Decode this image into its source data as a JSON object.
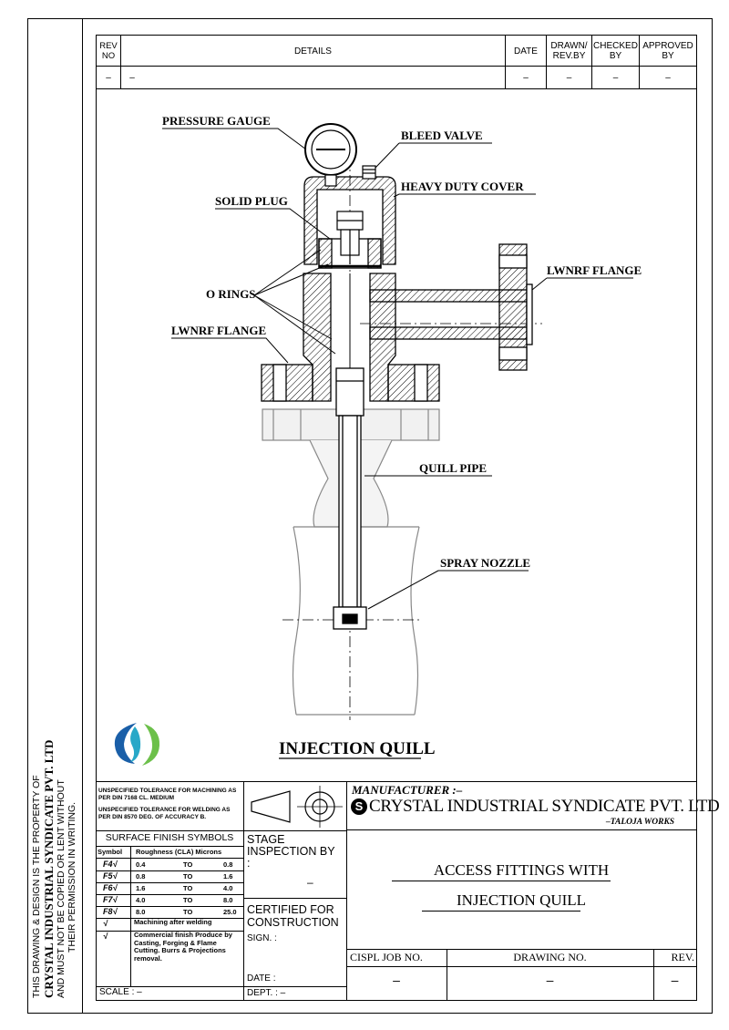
{
  "side_note": {
    "line1": "THIS DRAWING & DESIGN IS THE PROPERTY OF",
    "line2": "CRYSTAL INDUSTRIAL SYNDICATE PVT. LTD",
    "line3": "AND MUST NOT BE COPIED OR LENT WITHOUT",
    "line4": "THEIR PERMISSION IN WRITING."
  },
  "rev_table": {
    "headers": {
      "rev_no": "REV NO",
      "details": "DETAILS",
      "date": "DATE",
      "drawn": "DRAWN/ REV.BY",
      "checked": "CHECKED BY",
      "approved": "APPROVED BY"
    },
    "row": {
      "rev_no": "–",
      "details": "–",
      "date": "–",
      "drawn": "–",
      "checked": "–",
      "approved": "–"
    }
  },
  "labels": {
    "pressure_gauge": "PRESSURE GAUGE",
    "bleed_valve": "BLEED VALVE",
    "heavy_duty_cover": "HEAVY DUTY COVER",
    "solid_plug": "SOLID PLUG",
    "lwnrf_flange_right": "LWNRF FLANGE",
    "o_rings": "O RINGS",
    "lwnrf_flange_left": "LWNRF FLANGE",
    "quill_pipe": "QUILL PIPE",
    "spray_nozzle": "SPRAY NOZZLE",
    "drawing_caption": "INJECTION QUILL"
  },
  "title_block": {
    "tolerance_note1": "UNSPECIFIED TOLERANCE FOR MACHINING AS PER DIN 7168 CL. MEDIUM",
    "tolerance_note2": "UNSPECIFIED TOLERANCE FOR WELDING AS PER DIN 8570 DEG. OF ACCURACY B.",
    "surface_finish": {
      "title": "SURFACE FINISH SYMBOLS",
      "headers": [
        "Symbol",
        "Roughness (CLA) Microns"
      ],
      "rows": [
        {
          "symbol": "F4√",
          "from": "0.4",
          "to_word": "TO",
          "to": "0.8"
        },
        {
          "symbol": "F5√",
          "from": "0.8",
          "to_word": "TO",
          "to": "1.6"
        },
        {
          "symbol": "F6√",
          "from": "1.6",
          "to_word": "TO",
          "to": "4.0"
        },
        {
          "symbol": "F7√",
          "from": "4.0",
          "to_word": "TO",
          "to": "8.0"
        },
        {
          "symbol": "F8√",
          "from": "8.0",
          "to_word": "TO",
          "to": "25.0"
        },
        {
          "symbol": "√",
          "text": "Machining after welding"
        },
        {
          "symbol": "√",
          "text": "Commercial finish Produce by Casting, Forging & Flame Cutting. Burrs & Projections removal."
        }
      ]
    },
    "scale_label": "SCALE : –",
    "stage_inspection": "STAGE INSPECTION BY :",
    "stage_dash": "–",
    "certified": "CERTIFIED FOR CONSTRUCTION",
    "sign": "SIGN. :",
    "date": "DATE :",
    "dept": "DEPT. : –",
    "manufacturer_label": "MANUFACTURER :–",
    "company": "CRYSTAL INDUSTRIAL SYNDICATE PVT. LTD",
    "works": "–TALOJA WORKS",
    "title_line1": "ACCESS FITTINGS WITH",
    "title_line2": "INJECTION QUILL",
    "job_no_label": "CISPL JOB NO.",
    "drawing_no_label": "DRAWING NO.",
    "rev_label": "REV.",
    "job_no": "–",
    "drawing_no": "–",
    "rev": "–"
  },
  "colors": {
    "logo_blue": "#1a5fa8",
    "logo_teal": "#28a8c8",
    "logo_green": "#6cc04a"
  }
}
